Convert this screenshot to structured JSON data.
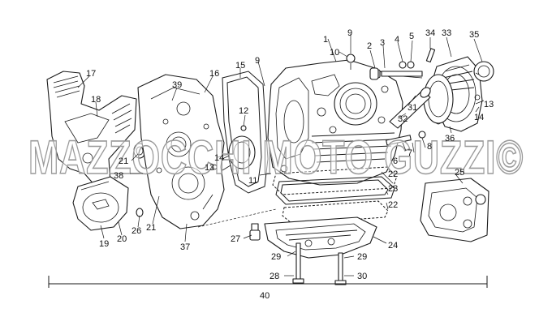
{
  "watermark": "MAZZOCCHI MOTO GUZZI©",
  "callouts": {
    "c1": "1",
    "c2": "2",
    "c3": "3",
    "c4": "4",
    "c5": "5",
    "c6": "6",
    "c7": "7",
    "c8": "8",
    "c9a": "9",
    "c9b": "9",
    "c10": "10",
    "c11": "11",
    "c12": "12",
    "c13a": "13",
    "c13b": "13",
    "c14a": "14",
    "c14b": "14",
    "c15": "15",
    "c16": "16",
    "c17": "17",
    "c18": "18",
    "c19": "19",
    "c20": "20",
    "c21a": "21",
    "c21b": "21",
    "c22a": "22",
    "c22b": "22",
    "c23": "23",
    "c24": "24",
    "c25": "25",
    "c26": "26",
    "c27": "27",
    "c28": "28",
    "c29a": "29",
    "c29b": "29",
    "c30": "30",
    "c31": "31",
    "c32": "32",
    "c33": "33",
    "c34": "34",
    "c35": "35",
    "c36": "36",
    "c37": "37",
    "c38": "38",
    "c39": "39",
    "c40": "40"
  }
}
